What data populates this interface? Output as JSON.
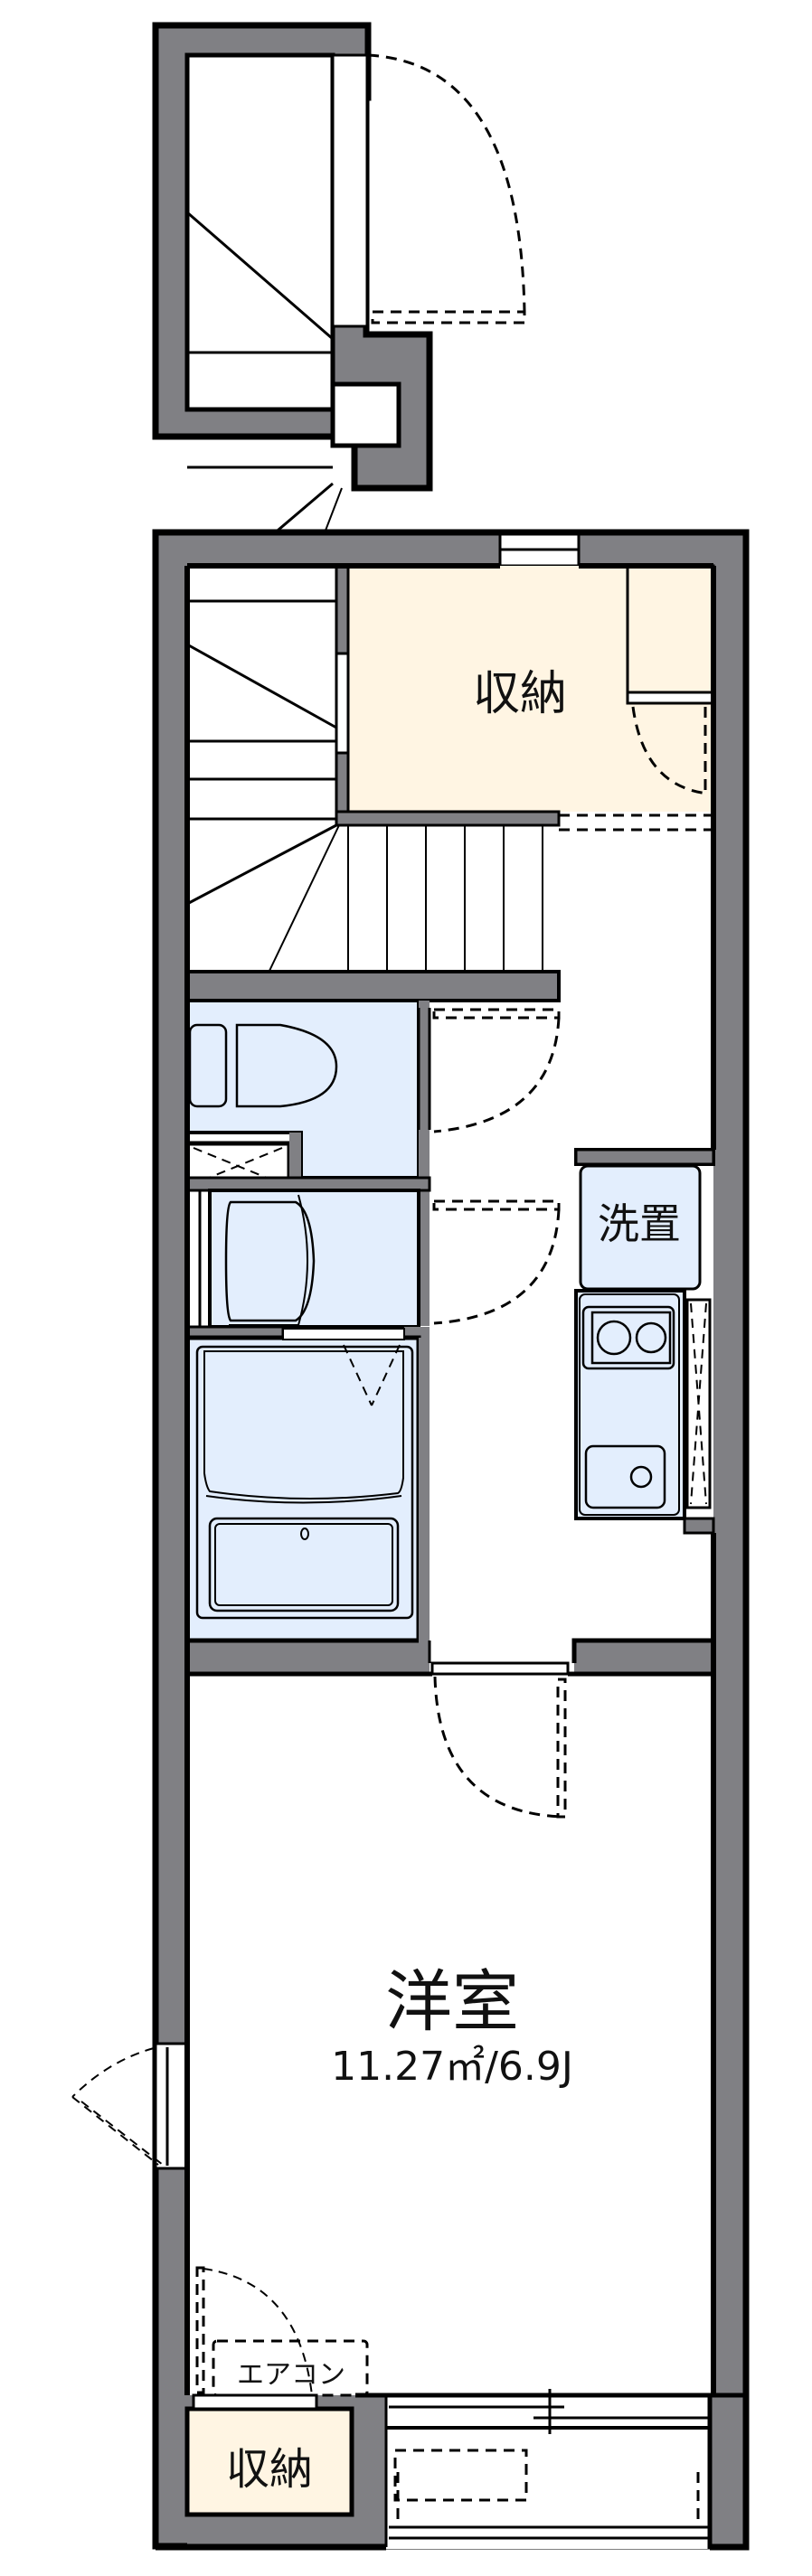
{
  "floorplan": {
    "rooms": {
      "storage_upper": {
        "label": "収納"
      },
      "washer_space": {
        "label": "洗置"
      },
      "western_room": {
        "label": "洋室",
        "area": "11.27㎡/6.9J"
      },
      "air_conditioner": {
        "label": "エアコン"
      },
      "storage_lower": {
        "label": "収納"
      }
    },
    "colors": {
      "wall": "#808084",
      "wet_area": "#e3eefd",
      "storage": "#fff5e3",
      "outline": "#000000"
    }
  }
}
